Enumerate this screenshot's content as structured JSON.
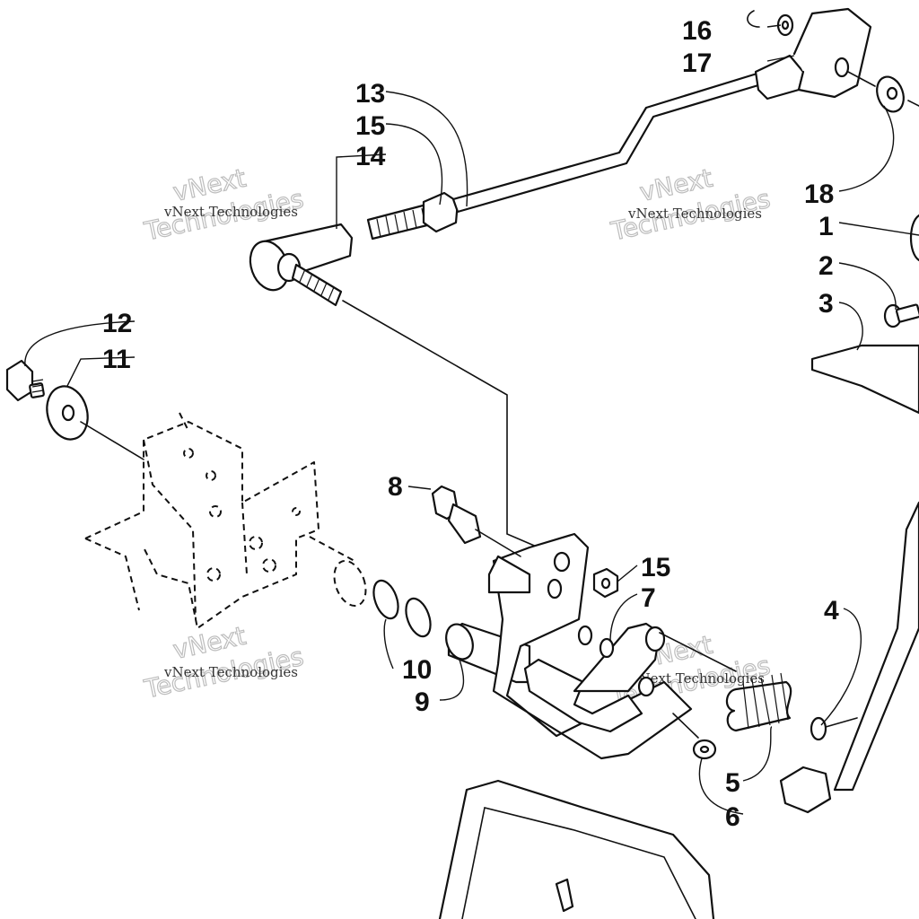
{
  "diagram": {
    "callouts": [
      {
        "id": "c16",
        "text": "16"
      },
      {
        "id": "c17",
        "text": "17"
      },
      {
        "id": "c13",
        "text": "13"
      },
      {
        "id": "c15a",
        "text": "15"
      },
      {
        "id": "c14",
        "text": "14"
      },
      {
        "id": "c18",
        "text": "18"
      },
      {
        "id": "c1",
        "text": "1"
      },
      {
        "id": "c2",
        "text": "2"
      },
      {
        "id": "c3",
        "text": "3"
      },
      {
        "id": "c12",
        "text": "12"
      },
      {
        "id": "c11",
        "text": "11"
      },
      {
        "id": "c8",
        "text": "8"
      },
      {
        "id": "c15b",
        "text": "15"
      },
      {
        "id": "c7",
        "text": "7"
      },
      {
        "id": "c4",
        "text": "4"
      },
      {
        "id": "c10",
        "text": "10"
      },
      {
        "id": "c9",
        "text": "9"
      },
      {
        "id": "c5",
        "text": "5"
      },
      {
        "id": "c6",
        "text": "6"
      }
    ],
    "watermark": {
      "small": "vNext Technologies",
      "big_line1": "vNext",
      "big_line2": "Technologies"
    }
  }
}
